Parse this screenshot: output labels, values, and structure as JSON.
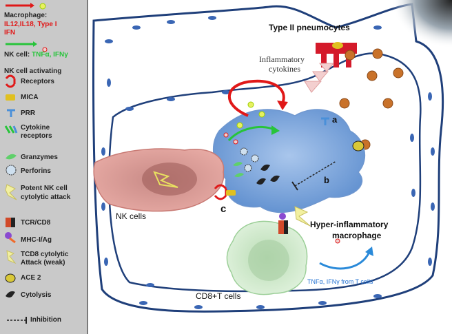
{
  "legend": {
    "macrophage_title": "Macrophage:",
    "macrophage_cytokines_1": "IL12,IL18, Type I",
    "macrophage_cytokines_2": "IFN",
    "nk_cell_prefix": "NK cell:",
    "nk_cell_cytokines": "TNFα, IFNγ",
    "nk_activating_title": "NK cell activating",
    "receptors": "Receptors",
    "mica": "MICA",
    "prr": "PRR",
    "cytokine_receptors_1": "Cytokine",
    "cytokine_receptors_2": "receptors",
    "granzymes": "Granzymes",
    "perforins": "Perforins",
    "potent_attack_1": "Potent NK cell",
    "potent_attack_2": "cytolytic attack",
    "tcr_cd8": "TCR/CD8",
    "mhc": "MHC-I/Ag",
    "tcd8_attack_1": "TCD8 cytolytic",
    "tcd8_attack_2": "Attack (weak)",
    "ace2": "ACE 2",
    "cytolysis": "Cytolysis",
    "inhibition": "Inhibition"
  },
  "diagram": {
    "type2_pneumocytes": "Type II pneumocytes",
    "inflammatory_1": "Inflammatory",
    "inflammatory_2": "cytokines",
    "label_a": "a",
    "label_b": "b",
    "label_c": "c",
    "nk_cells": "NK cells",
    "hyper_1": "Hyper-inflammatory",
    "hyper_2": "macrophage",
    "tnf_from_t": "TNFα, IFNγ from T cells",
    "cd8_t_cells": "CD8+T cells"
  },
  "colors": {
    "legend_bg": "#c9c9c9",
    "macrophage_blue": "#7fa7dc",
    "nk_pink": "#d98b86",
    "cd8_green": "#c9e8c6",
    "cytokine_red": "#e01818",
    "cytokine_green": "#27c43a",
    "label_blue": "#1f6fd1"
  }
}
